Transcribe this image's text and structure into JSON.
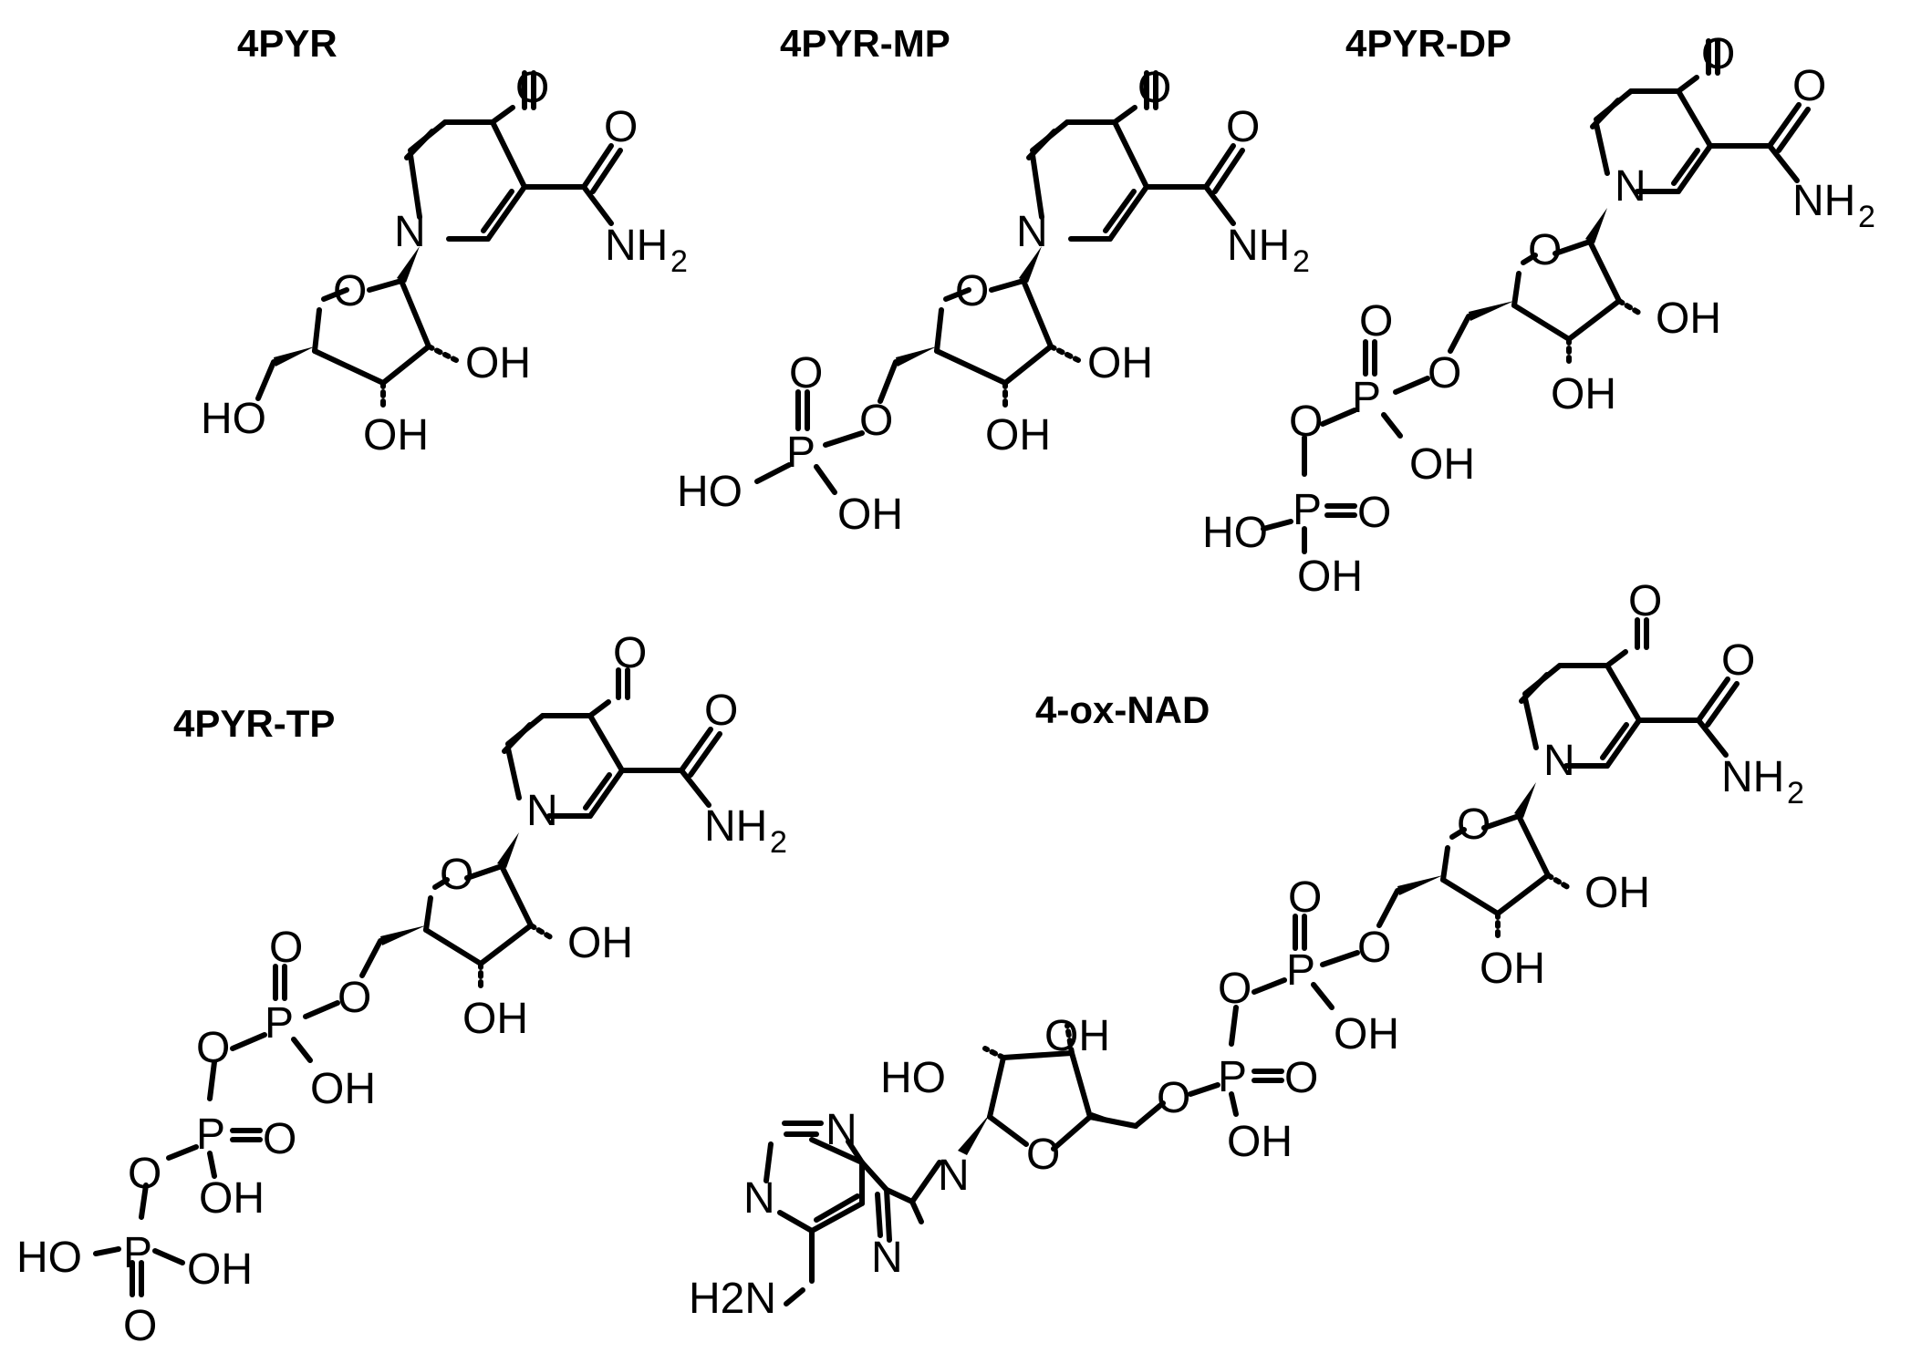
{
  "labels": {
    "m1": "4PYR",
    "m2": "4PYR-MP",
    "m3": "4PYR-DP",
    "m4": "4PYR-TP",
    "m5": "4-ox-NAD"
  },
  "atoms": {
    "O": "O",
    "N": "N",
    "P": "P",
    "NH": "NH",
    "H2sub": "2",
    "OH": "OH",
    "HO": "HO",
    "H2N": "H2N",
    "H": "H"
  }
}
